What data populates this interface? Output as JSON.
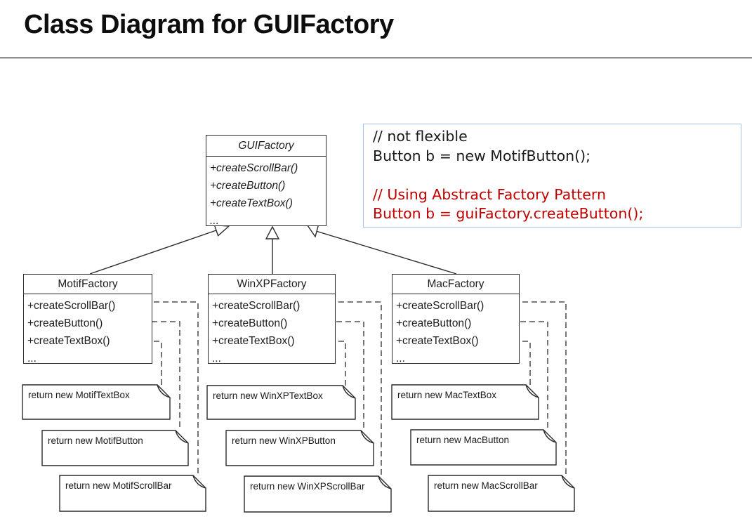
{
  "page_title": "Class Diagram for GUIFactory",
  "code_note": {
    "lines": [
      {
        "text": "// not flexible",
        "style": "plain"
      },
      {
        "text": "Button b = new MotifButton();",
        "style": "plain"
      },
      {
        "text": "",
        "style": "plain"
      },
      {
        "text": "// Using Abstract Factory Pattern",
        "style": "highlight"
      },
      {
        "text": "Button b = guiFactory.createButton();",
        "style": "highlight"
      }
    ],
    "highlight_color": "#c00000",
    "border_color": "#a9c2df"
  },
  "diagram": {
    "classes": [
      {
        "name": "GUIFactory",
        "stereotype": "abstract",
        "methods": [
          "+createScrollBar()",
          "+createButton()",
          "+createTextBox()",
          "..."
        ]
      },
      {
        "name": "MotifFactory",
        "stereotype": "concrete",
        "methods": [
          "+createScrollBar()",
          "+createButton()",
          "+createTextBox()",
          "..."
        ]
      },
      {
        "name": "WinXPFactory",
        "stereotype": "concrete",
        "methods": [
          "+createScrollBar()",
          "+createButton()",
          "+createTextBox()",
          "..."
        ]
      },
      {
        "name": "MacFactory",
        "stereotype": "concrete",
        "methods": [
          "+createScrollBar()",
          "+createButton()",
          "+createTextBox()",
          "..."
        ]
      }
    ],
    "notes": [
      {
        "label": "return new MotifTextBox"
      },
      {
        "label": "return new MotifButton"
      },
      {
        "label": "return new MotifScrollBar"
      },
      {
        "label": "return new WinXPTextBox"
      },
      {
        "label": "return new WinXPButton"
      },
      {
        "label": "return new WinXPScrollBar"
      },
      {
        "label": "return new MacTextBox"
      },
      {
        "label": "return new MacButton"
      },
      {
        "label": "return new MacScrollBar"
      }
    ]
  }
}
